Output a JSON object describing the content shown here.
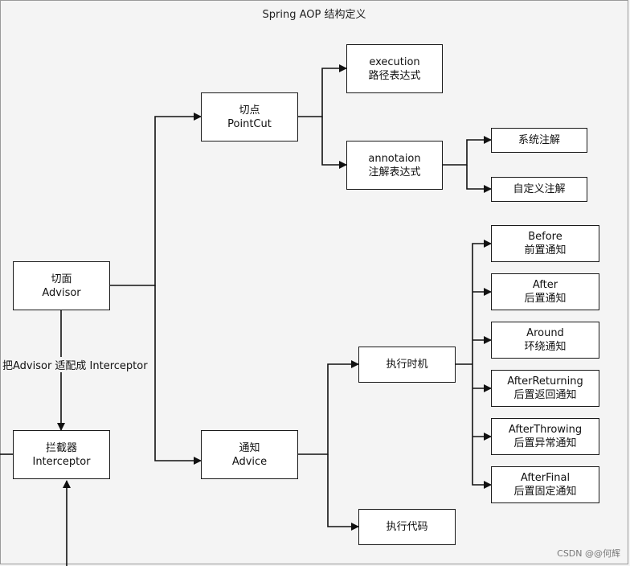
{
  "title": "Spring AOP 结构定义",
  "nodes": {
    "advisor": {
      "line1": "切面",
      "line2": "Advisor"
    },
    "interceptor": {
      "line1": "拦截器",
      "line2": "Interceptor"
    },
    "pointcut": {
      "line1": "切点",
      "line2": "PointCut"
    },
    "advice": {
      "line1": "通知",
      "line2": "Advice"
    },
    "execution": {
      "line1": "execution",
      "line2": "路径表达式"
    },
    "annotation": {
      "line1": "annotaion",
      "line2": "注解表达式"
    },
    "system_annotation": {
      "line1": "系统注解"
    },
    "custom_annotation": {
      "line1": "自定义注解"
    },
    "timing": {
      "line1": "执行时机"
    },
    "code": {
      "line1": "执行代码"
    },
    "before": {
      "line1": "Before",
      "line2": "前置通知"
    },
    "after": {
      "line1": "After",
      "line2": "后置通知"
    },
    "around": {
      "line1": "Around",
      "line2": "环绕通知"
    },
    "after_returning": {
      "line1": "AfterReturning",
      "line2": "后置返回通知"
    },
    "after_throwing": {
      "line1": "AfterThrowing",
      "line2": "后置异常通知"
    },
    "after_final": {
      "line1": "AfterFinal",
      "line2": "后置固定通知"
    }
  },
  "edge_label": "把Advisor 适配成 Interceptor",
  "watermark": "CSDN @@何辉"
}
